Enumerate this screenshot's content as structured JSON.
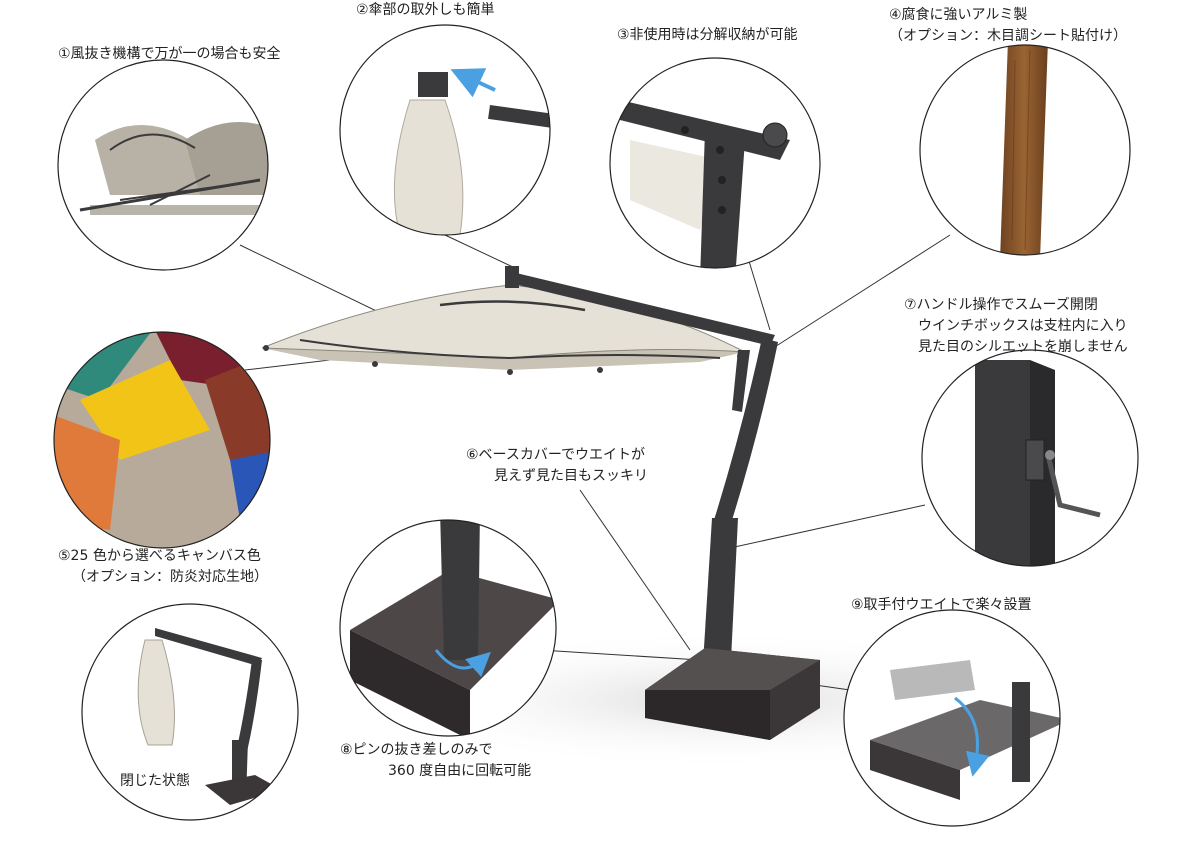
{
  "features": [
    {
      "id": "f1",
      "lines": [
        "①風抜き機構で万が一の場合も安全"
      ]
    },
    {
      "id": "f2",
      "lines": [
        "②傘部の取外しも簡単"
      ]
    },
    {
      "id": "f3",
      "lines": [
        "③非使用時は分解収納が可能"
      ]
    },
    {
      "id": "f4",
      "lines": [
        "④腐食に強いアルミ製",
        "（オプション：木目調シート貼付け）"
      ]
    },
    {
      "id": "f5",
      "lines": [
        "⑤25 色から選べるキャンバス色",
        "（オプション：防炎対応生地）"
      ]
    },
    {
      "id": "f6",
      "lines": [
        "⑥ベースカバーでウエイトが",
        "見えず見た目もスッキリ"
      ]
    },
    {
      "id": "f7",
      "lines": [
        "⑦ハンドル操作でスムーズ開閉",
        "ウインチボックスは支柱内に入り",
        "見た目のシルエットを崩しません"
      ]
    },
    {
      "id": "f8",
      "lines": [
        "⑧ピンの抜き差しのみで",
        "360 度自由に回転可能"
      ]
    },
    {
      "id": "f9",
      "lines": [
        "⑨取手付ウエイトで楽々設置"
      ]
    }
  ],
  "closed_state_label": "閉じた状態",
  "colors": {
    "frame": "#3a3a3c",
    "canopy": "#e6e1d6",
    "base": "#3b3638",
    "arrow": "#4aa0e0",
    "wood": "#8b5a2b",
    "swatch_teal": "#2f8a7c",
    "swatch_maroon": "#7a1f2e",
    "swatch_yellow": "#f2c418",
    "swatch_brown": "#8a3a28",
    "swatch_orange": "#e07a3a",
    "swatch_taupe": "#b7aa9a",
    "swatch_blue": "#2a56b8"
  }
}
